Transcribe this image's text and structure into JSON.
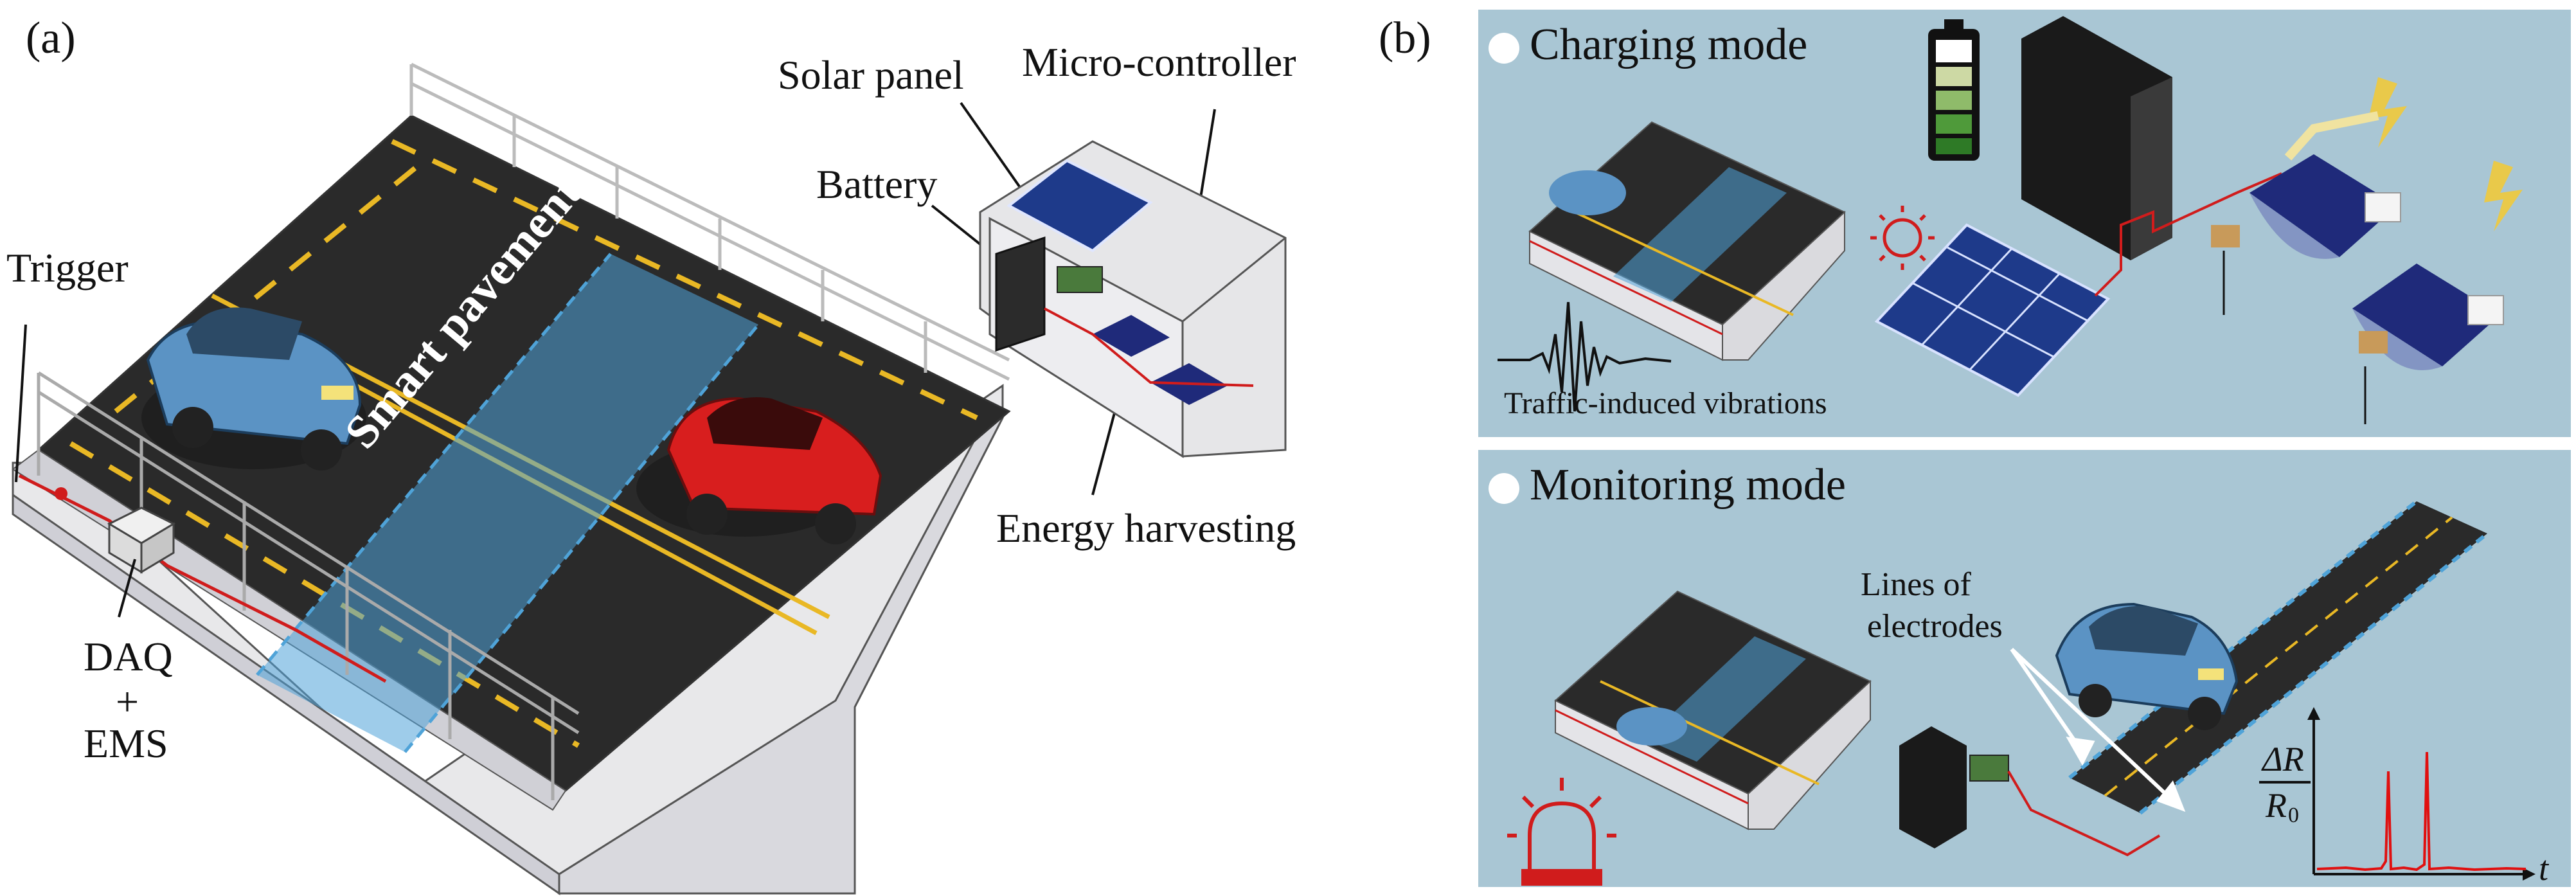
{
  "panel_a": {
    "letter": "(a)",
    "labels": {
      "solar_panel": "Solar panel",
      "micro_controller": "Micro-controller",
      "battery": "Battery",
      "trigger": "Trigger",
      "smart_pavement": "Smart pavement",
      "energy_harvesting": "Energy harvesting",
      "daq": "DAQ",
      "plus": "+",
      "ems": "EMS"
    }
  },
  "panel_b": {
    "letter": "(b)",
    "charging": {
      "title": "Charging mode",
      "traffic_label": "Traffic-induced vibrations"
    },
    "monitoring": {
      "title": "Monitoring mode",
      "lines_label_1": "Lines of",
      "lines_label_2": "electrodes",
      "axis_y_num": "ΔR",
      "axis_y_den": "R",
      "axis_y_sub": "0",
      "axis_x": "t"
    }
  },
  "colors": {
    "panel_bg": "#a9c6d4",
    "asphalt": "#2b2b2b",
    "lane_yellow": "#e9b825",
    "smart_band": "#4fa3d8",
    "car_blue": "#5b93c4",
    "car_red": "#d81e1e",
    "wire_red": "#d01c1c",
    "signal_red": "#e01010",
    "harvester_blue": "#1f2a7a"
  }
}
